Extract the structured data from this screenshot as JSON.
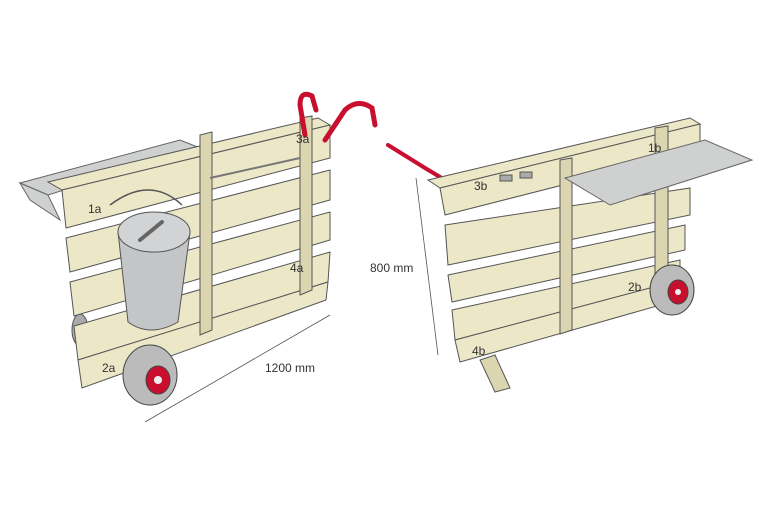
{
  "labels": {
    "l1a": "1a",
    "l2a": "2a",
    "l3a": "3a",
    "l4a": "4a",
    "l1b": "1b",
    "l2b": "2b",
    "l3b": "3b",
    "l4b": "4b"
  },
  "dimensions": {
    "width": "1200 mm",
    "height": "800 mm"
  },
  "colors": {
    "wood": "#ece7c6",
    "accent_red": "#c8102e",
    "metal": "#cfd0d0"
  }
}
